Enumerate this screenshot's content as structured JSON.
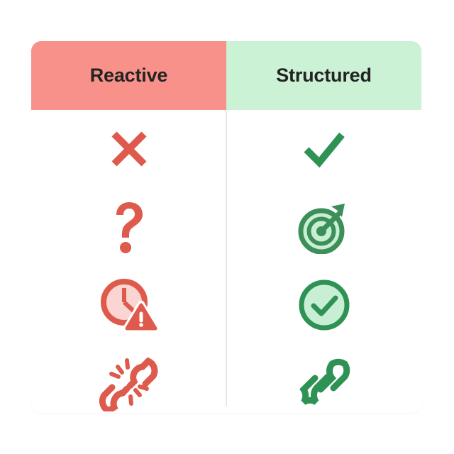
{
  "card": {
    "columns": [
      {
        "id": "reactive",
        "label": "Reactive",
        "header_bg": "#F79189",
        "icon_color": "#DE5A4C",
        "icon_tint": "#FAD5D1"
      },
      {
        "id": "structured",
        "label": "Structured",
        "header_bg": "#CCF2D5",
        "icon_color": "#2E9254",
        "icon_tint": "#C8EFD3"
      }
    ],
    "header_text_color": "#232323",
    "divider_color": "#E6E8EB",
    "background": "#FFFFFF",
    "rows": [
      {
        "index": 1,
        "left": {
          "icon": "x-mark-icon",
          "meaning": "failure"
        },
        "right": {
          "icon": "check-mark-icon",
          "meaning": "success"
        }
      },
      {
        "index": 2,
        "left": {
          "icon": "question-mark-icon",
          "meaning": "uncertainty"
        },
        "right": {
          "icon": "target-bullseye-icon",
          "meaning": "focus"
        }
      },
      {
        "index": 3,
        "left": {
          "icon": "clock-warning-icon",
          "meaning": "delay-risk"
        },
        "right": {
          "icon": "check-circle-icon",
          "meaning": "on-time"
        }
      },
      {
        "index": 4,
        "left": {
          "icon": "broken-link-icon",
          "meaning": "disconnected"
        },
        "right": {
          "icon": "link-icon",
          "meaning": "connected"
        }
      }
    ]
  }
}
